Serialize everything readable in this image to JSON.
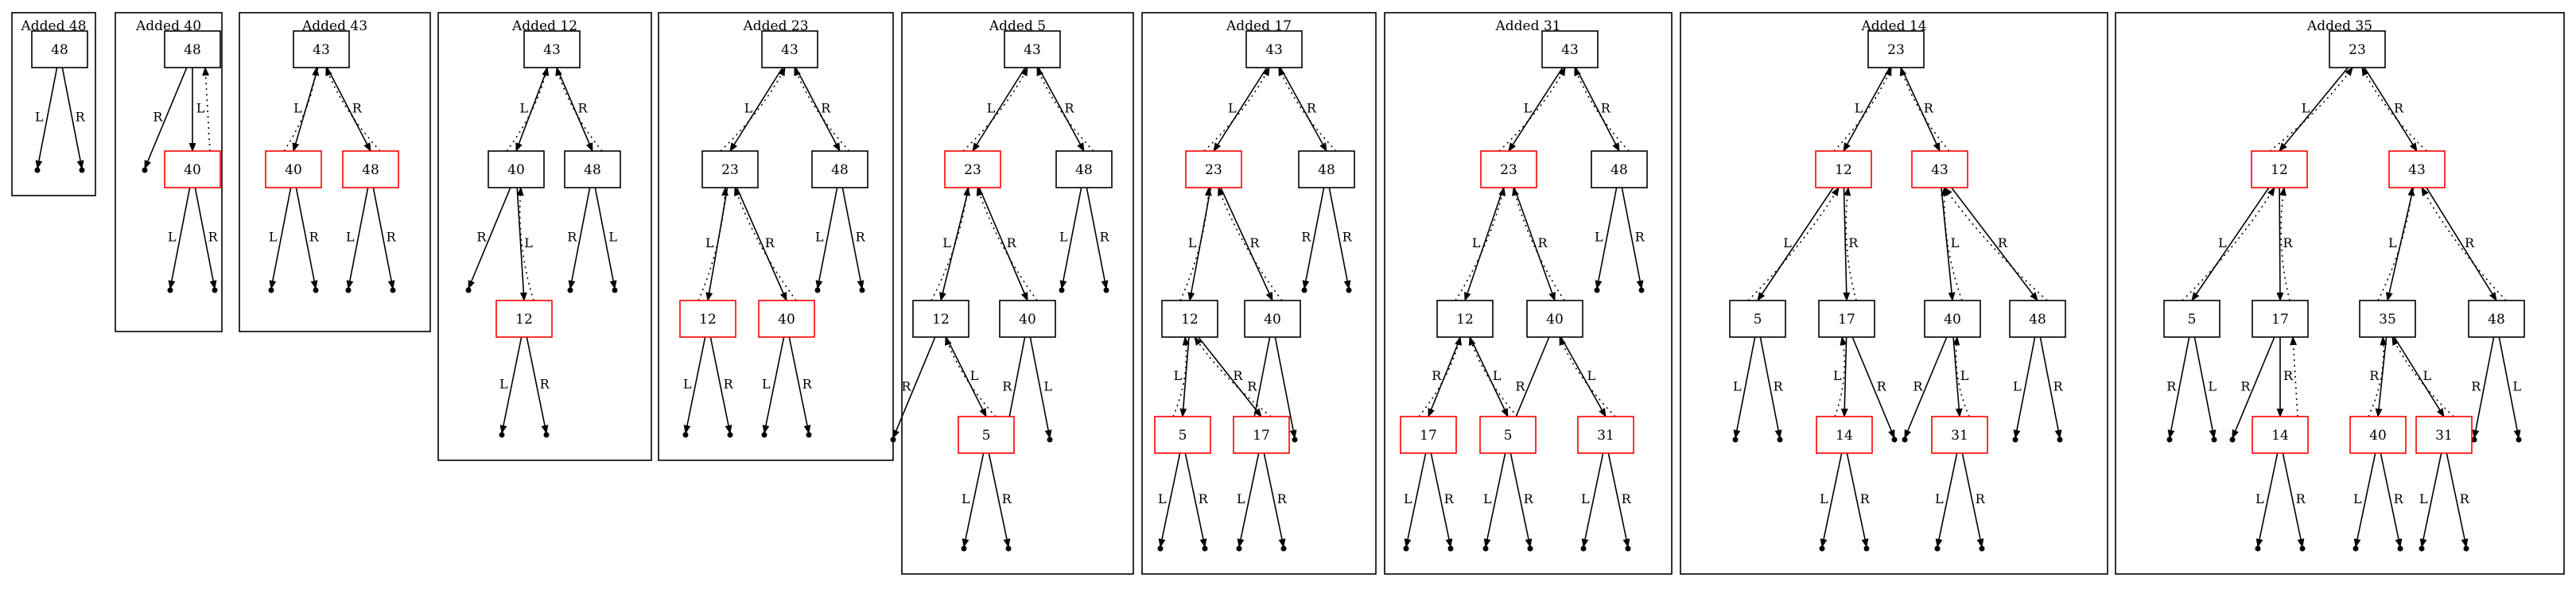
{
  "colors": {
    "black_node": "#000000",
    "red_node": "#ff0000",
    "edge": "#000000",
    "panel": "#000000"
  },
  "panels": [
    {
      "title": "Added 48",
      "nodes": [
        {
          "id": "a",
          "label": "48",
          "color": "black"
        }
      ],
      "edges": [
        {
          "from": "a",
          "to": "nil1",
          "label": "L"
        },
        {
          "from": "a",
          "to": "nil2",
          "label": "R"
        }
      ],
      "parent_links": []
    },
    {
      "title": "Added 40",
      "nodes": [
        {
          "id": "a",
          "label": "48",
          "color": "black"
        },
        {
          "id": "b",
          "label": "40",
          "color": "red"
        }
      ],
      "edges": [
        {
          "from": "a",
          "to": "nil1",
          "label": "R"
        },
        {
          "from": "a",
          "to": "b",
          "label": "L"
        },
        {
          "from": "b",
          "to": "nil2",
          "label": "L"
        },
        {
          "from": "b",
          "to": "nil3",
          "label": "R"
        }
      ],
      "parent_links": [
        {
          "from": "b",
          "to": "a"
        }
      ]
    },
    {
      "title": "Added 43",
      "nodes": [
        {
          "id": "a",
          "label": "43",
          "color": "black"
        },
        {
          "id": "b",
          "label": "40",
          "color": "red"
        },
        {
          "id": "c",
          "label": "48",
          "color": "red"
        }
      ],
      "edges": [
        {
          "from": "a",
          "to": "b",
          "label": "L"
        },
        {
          "from": "a",
          "to": "c",
          "label": "R"
        },
        {
          "from": "b",
          "to": "n1",
          "label": "L"
        },
        {
          "from": "b",
          "to": "n2",
          "label": "R"
        },
        {
          "from": "c",
          "to": "n3",
          "label": "L"
        },
        {
          "from": "c",
          "to": "n4",
          "label": "R"
        }
      ],
      "parent_links": [
        {
          "from": "b",
          "to": "a"
        },
        {
          "from": "c",
          "to": "a"
        }
      ]
    },
    {
      "title": "Added 12",
      "nodes": [
        {
          "id": "a",
          "label": "43",
          "color": "black"
        },
        {
          "id": "b",
          "label": "40",
          "color": "black"
        },
        {
          "id": "c",
          "label": "48",
          "color": "black"
        },
        {
          "id": "d",
          "label": "12",
          "color": "red"
        }
      ],
      "edges": [
        {
          "from": "a",
          "to": "b",
          "label": "L"
        },
        {
          "from": "a",
          "to": "c",
          "label": "R"
        },
        {
          "from": "b",
          "to": "n1",
          "label": "R"
        },
        {
          "from": "b",
          "to": "d",
          "label": "L"
        },
        {
          "from": "c",
          "to": "n2",
          "label": "R"
        },
        {
          "from": "c",
          "to": "n3",
          "label": "L"
        },
        {
          "from": "d",
          "to": "n4",
          "label": "L"
        },
        {
          "from": "d",
          "to": "n5",
          "label": "R"
        }
      ],
      "parent_links": [
        {
          "from": "b",
          "to": "a"
        },
        {
          "from": "c",
          "to": "a"
        },
        {
          "from": "d",
          "to": "b"
        }
      ]
    },
    {
      "title": "Added 23",
      "nodes": [
        {
          "id": "a",
          "label": "43",
          "color": "black"
        },
        {
          "id": "b",
          "label": "23",
          "color": "black"
        },
        {
          "id": "c",
          "label": "48",
          "color": "black"
        },
        {
          "id": "d",
          "label": "12",
          "color": "red"
        },
        {
          "id": "e",
          "label": "40",
          "color": "red"
        }
      ],
      "edges": [
        {
          "from": "a",
          "to": "b",
          "label": "L"
        },
        {
          "from": "a",
          "to": "c",
          "label": "R"
        },
        {
          "from": "b",
          "to": "d",
          "label": "L"
        },
        {
          "from": "b",
          "to": "e",
          "label": "R"
        },
        {
          "from": "c",
          "to": "n1",
          "label": "L"
        },
        {
          "from": "c",
          "to": "n2",
          "label": "R"
        },
        {
          "from": "d",
          "to": "n3",
          "label": "L"
        },
        {
          "from": "d",
          "to": "n4",
          "label": "R"
        },
        {
          "from": "e",
          "to": "n5",
          "label": "L"
        },
        {
          "from": "e",
          "to": "n6",
          "label": "R"
        }
      ],
      "parent_links": [
        {
          "from": "b",
          "to": "a"
        },
        {
          "from": "c",
          "to": "a"
        },
        {
          "from": "d",
          "to": "b"
        },
        {
          "from": "e",
          "to": "b"
        }
      ]
    },
    {
      "title": "Added 5",
      "nodes": [
        {
          "id": "a",
          "label": "43",
          "color": "black"
        },
        {
          "id": "b",
          "label": "23",
          "color": "red"
        },
        {
          "id": "c",
          "label": "48",
          "color": "black"
        },
        {
          "id": "d",
          "label": "12",
          "color": "black"
        },
        {
          "id": "e",
          "label": "40",
          "color": "black"
        },
        {
          "id": "f",
          "label": "5",
          "color": "red"
        }
      ],
      "edges": [
        {
          "from": "a",
          "to": "b",
          "label": "L"
        },
        {
          "from": "a",
          "to": "c",
          "label": "R"
        },
        {
          "from": "b",
          "to": "d",
          "label": "L"
        },
        {
          "from": "b",
          "to": "e",
          "label": "R"
        },
        {
          "from": "c",
          "to": "n1",
          "label": "L"
        },
        {
          "from": "c",
          "to": "n2",
          "label": "R"
        },
        {
          "from": "d",
          "to": "n3",
          "label": "R"
        },
        {
          "from": "d",
          "to": "f",
          "label": "L"
        },
        {
          "from": "e",
          "to": "n4",
          "label": "R"
        },
        {
          "from": "e",
          "to": "n5",
          "label": "L"
        },
        {
          "from": "f",
          "to": "n6",
          "label": "L"
        },
        {
          "from": "f",
          "to": "n7",
          "label": "R"
        }
      ],
      "parent_links": [
        {
          "from": "b",
          "to": "a"
        },
        {
          "from": "c",
          "to": "a"
        },
        {
          "from": "d",
          "to": "b"
        },
        {
          "from": "e",
          "to": "b"
        },
        {
          "from": "f",
          "to": "d"
        }
      ]
    },
    {
      "title": "Added 17",
      "nodes": [
        {
          "id": "a",
          "label": "43",
          "color": "black"
        },
        {
          "id": "b",
          "label": "23",
          "color": "red"
        },
        {
          "id": "c",
          "label": "48",
          "color": "black"
        },
        {
          "id": "d",
          "label": "12",
          "color": "black"
        },
        {
          "id": "e",
          "label": "40",
          "color": "black"
        },
        {
          "id": "f",
          "label": "5",
          "color": "red"
        },
        {
          "id": "g",
          "label": "17",
          "color": "red"
        }
      ],
      "edges": [
        {
          "from": "a",
          "to": "b",
          "label": "L"
        },
        {
          "from": "a",
          "to": "c",
          "label": "R"
        },
        {
          "from": "b",
          "to": "d",
          "label": "L"
        },
        {
          "from": "b",
          "to": "e",
          "label": "R"
        },
        {
          "from": "c",
          "to": "n1",
          "label": "R"
        },
        {
          "from": "c",
          "to": "n2",
          "label": "R"
        },
        {
          "from": "d",
          "to": "f",
          "label": "L"
        },
        {
          "from": "d",
          "to": "g",
          "label": "R"
        },
        {
          "from": "e",
          "to": "n3",
          "label": "R"
        },
        {
          "from": "e",
          "to": "n4",
          "label": ""
        },
        {
          "from": "f",
          "to": "n5",
          "label": "L"
        },
        {
          "from": "f",
          "to": "n6",
          "label": "R"
        },
        {
          "from": "g",
          "to": "n7",
          "label": "L"
        },
        {
          "from": "g",
          "to": "n8",
          "label": "R"
        }
      ],
      "parent_links": [
        {
          "from": "b",
          "to": "a"
        },
        {
          "from": "c",
          "to": "a"
        },
        {
          "from": "d",
          "to": "b"
        },
        {
          "from": "e",
          "to": "b"
        },
        {
          "from": "f",
          "to": "d"
        },
        {
          "from": "g",
          "to": "d"
        }
      ]
    },
    {
      "title": "Added 31",
      "nodes": [
        {
          "id": "a",
          "label": "43",
          "color": "black"
        },
        {
          "id": "b",
          "label": "23",
          "color": "red"
        },
        {
          "id": "c",
          "label": "48",
          "color": "black"
        },
        {
          "id": "d",
          "label": "12",
          "color": "black"
        },
        {
          "id": "e",
          "label": "40",
          "color": "black"
        },
        {
          "id": "f",
          "label": "17",
          "color": "red"
        },
        {
          "id": "g",
          "label": "5",
          "color": "red"
        },
        {
          "id": "h",
          "label": "31",
          "color": "red"
        }
      ],
      "edges": [
        {
          "from": "a",
          "to": "b",
          "label": "L"
        },
        {
          "from": "a",
          "to": "c",
          "label": "R"
        },
        {
          "from": "b",
          "to": "d",
          "label": "L"
        },
        {
          "from": "b",
          "to": "e",
          "label": "R"
        },
        {
          "from": "c",
          "to": "n1",
          "label": "L"
        },
        {
          "from": "c",
          "to": "n2",
          "label": "R"
        },
        {
          "from": "d",
          "to": "f",
          "label": "R"
        },
        {
          "from": "d",
          "to": "g",
          "label": "L"
        },
        {
          "from": "e",
          "to": "h",
          "label": "L"
        },
        {
          "from": "e",
          "to": "n3",
          "label": "R"
        },
        {
          "from": "f",
          "to": "n4",
          "label": "L"
        },
        {
          "from": "f",
          "to": "n5",
          "label": "R"
        },
        {
          "from": "g",
          "to": "n6",
          "label": "L"
        },
        {
          "from": "g",
          "to": "n7",
          "label": "R"
        },
        {
          "from": "h",
          "to": "n8",
          "label": "L"
        },
        {
          "from": "h",
          "to": "n9",
          "label": "R"
        }
      ],
      "parent_links": [
        {
          "from": "b",
          "to": "a"
        },
        {
          "from": "c",
          "to": "a"
        },
        {
          "from": "d",
          "to": "b"
        },
        {
          "from": "e",
          "to": "b"
        },
        {
          "from": "f",
          "to": "d"
        },
        {
          "from": "g",
          "to": "d"
        },
        {
          "from": "h",
          "to": "e"
        }
      ]
    },
    {
      "title": "Added 14",
      "nodes": [
        {
          "id": "a",
          "label": "23",
          "color": "black"
        },
        {
          "id": "b",
          "label": "12",
          "color": "red"
        },
        {
          "id": "c",
          "label": "43",
          "color": "red"
        },
        {
          "id": "d",
          "label": "5",
          "color": "black"
        },
        {
          "id": "e",
          "label": "17",
          "color": "black"
        },
        {
          "id": "f",
          "label": "40",
          "color": "black"
        },
        {
          "id": "g",
          "label": "48",
          "color": "black"
        },
        {
          "id": "h",
          "label": "14",
          "color": "red"
        },
        {
          "id": "i",
          "label": "31",
          "color": "red"
        }
      ],
      "edges": [
        {
          "from": "a",
          "to": "b",
          "label": "L"
        },
        {
          "from": "a",
          "to": "c",
          "label": "R"
        },
        {
          "from": "b",
          "to": "d",
          "label": "L"
        },
        {
          "from": "b",
          "to": "e",
          "label": "R"
        },
        {
          "from": "c",
          "to": "f",
          "label": "L"
        },
        {
          "from": "c",
          "to": "g",
          "label": "R"
        },
        {
          "from": "d",
          "to": "n1",
          "label": "L"
        },
        {
          "from": "d",
          "to": "n2",
          "label": "R"
        },
        {
          "from": "e",
          "to": "h",
          "label": "L"
        },
        {
          "from": "e",
          "to": "n3",
          "label": "R"
        },
        {
          "from": "f",
          "to": "i",
          "label": "L"
        },
        {
          "from": "f",
          "to": "n4",
          "label": "R"
        },
        {
          "from": "g",
          "to": "n5",
          "label": "L"
        },
        {
          "from": "g",
          "to": "n6",
          "label": "R"
        },
        {
          "from": "h",
          "to": "n7",
          "label": "L"
        },
        {
          "from": "h",
          "to": "n8",
          "label": "R"
        },
        {
          "from": "i",
          "to": "n9",
          "label": "L"
        },
        {
          "from": "i",
          "to": "n10",
          "label": "R"
        }
      ],
      "parent_links": [
        {
          "from": "b",
          "to": "a"
        },
        {
          "from": "c",
          "to": "a"
        },
        {
          "from": "d",
          "to": "b"
        },
        {
          "from": "e",
          "to": "b"
        },
        {
          "from": "f",
          "to": "c"
        },
        {
          "from": "g",
          "to": "c"
        },
        {
          "from": "h",
          "to": "e"
        },
        {
          "from": "i",
          "to": "f"
        }
      ]
    },
    {
      "title": "Added 35",
      "nodes": [
        {
          "id": "a",
          "label": "23",
          "color": "black"
        },
        {
          "id": "b",
          "label": "12",
          "color": "red"
        },
        {
          "id": "c",
          "label": "43",
          "color": "red"
        },
        {
          "id": "d",
          "label": "5",
          "color": "black"
        },
        {
          "id": "e",
          "label": "17",
          "color": "black"
        },
        {
          "id": "f",
          "label": "35",
          "color": "black"
        },
        {
          "id": "g",
          "label": "48",
          "color": "black"
        },
        {
          "id": "h",
          "label": "14",
          "color": "red"
        },
        {
          "id": "i",
          "label": "40",
          "color": "red"
        },
        {
          "id": "j",
          "label": "31",
          "color": "red"
        }
      ],
      "edges": [
        {
          "from": "a",
          "to": "b",
          "label": "L"
        },
        {
          "from": "a",
          "to": "c",
          "label": "R"
        },
        {
          "from": "b",
          "to": "d",
          "label": "L"
        },
        {
          "from": "b",
          "to": "e",
          "label": "R"
        },
        {
          "from": "c",
          "to": "f",
          "label": "L"
        },
        {
          "from": "c",
          "to": "g",
          "label": "R"
        },
        {
          "from": "d",
          "to": "n1",
          "label": "R"
        },
        {
          "from": "d",
          "to": "n2",
          "label": "L"
        },
        {
          "from": "e",
          "to": "n3",
          "label": "R"
        },
        {
          "from": "e",
          "to": "h",
          "label": "R"
        },
        {
          "from": "f",
          "to": "i",
          "label": "R"
        },
        {
          "from": "f",
          "to": "j",
          "label": "L"
        },
        {
          "from": "g",
          "to": "n4",
          "label": "R"
        },
        {
          "from": "g",
          "to": "n5",
          "label": "L"
        },
        {
          "from": "h",
          "to": "n6",
          "label": "L"
        },
        {
          "from": "h",
          "to": "n7",
          "label": "R"
        },
        {
          "from": "i",
          "to": "n8",
          "label": "L"
        },
        {
          "from": "i",
          "to": "n9",
          "label": "R"
        },
        {
          "from": "j",
          "to": "n10",
          "label": "L"
        },
        {
          "from": "j",
          "to": "n11",
          "label": "R"
        }
      ],
      "parent_links": [
        {
          "from": "b",
          "to": "a"
        },
        {
          "from": "c",
          "to": "a"
        },
        {
          "from": "d",
          "to": "b"
        },
        {
          "from": "e",
          "to": "b"
        },
        {
          "from": "f",
          "to": "c"
        },
        {
          "from": "g",
          "to": "c"
        },
        {
          "from": "h",
          "to": "e"
        },
        {
          "from": "i",
          "to": "f"
        },
        {
          "from": "j",
          "to": "f"
        }
      ]
    }
  ]
}
